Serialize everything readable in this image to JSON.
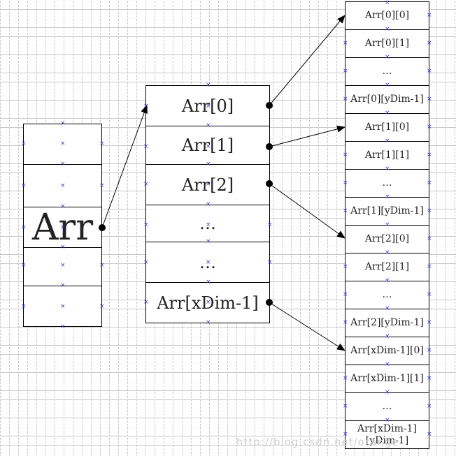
{
  "left_array": {
    "cells": [
      "",
      "",
      "Arr",
      "",
      ""
    ]
  },
  "mid_array": {
    "cells": [
      "Arr[0]",
      "Arr[1]",
      "Arr[2]",
      "…",
      "…",
      "Arr[xDim-1]"
    ]
  },
  "right_array": {
    "cells": [
      "Arr[0][0]",
      "Arr[0][1]",
      "…",
      "Arr[0][yDim-1]",
      "Arr[1][0]",
      "Arr[1][1]",
      "…",
      "Arr[1][yDim-1]",
      "Arr[2][0]",
      "Arr[2][1]",
      "…",
      "Arr[2][yDim-1]",
      "Arr[xDim-1][0]",
      "Arr[xDim-1][1]",
      "…",
      "Arr[xDim-1][yDim-1]"
    ]
  },
  "watermark": "http://blog.csdn.net/orange"
}
